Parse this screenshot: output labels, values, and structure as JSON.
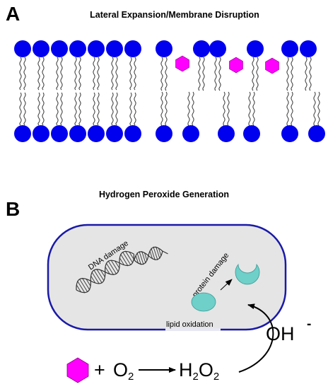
{
  "panel_a": {
    "letter": "A",
    "title": "Lateral Expansion/Membrane Disruption"
  },
  "panel_b": {
    "letter": "B",
    "title": "Hydrogen Peroxide Generation",
    "labels": {
      "dna_damage": "DNA damage",
      "protein_damage": "protein damage",
      "lipid_oxidation": "lipid oxidation"
    },
    "equation": {
      "plus": "+",
      "o_base": "O",
      "o_sub": "2",
      "h_base": "H",
      "h_sub": "2",
      "o2_base": "O",
      "o2_sub": "2"
    },
    "hydroxide": {
      "base": "OH",
      "charge": "-"
    }
  },
  "colors": {
    "lipid_head": "#0000ee",
    "nanoparticle": "#ff00ff",
    "cell_border": "#1a1aa8",
    "cell_fill": "#e5e5e5",
    "protein": "#6fcfc9"
  }
}
